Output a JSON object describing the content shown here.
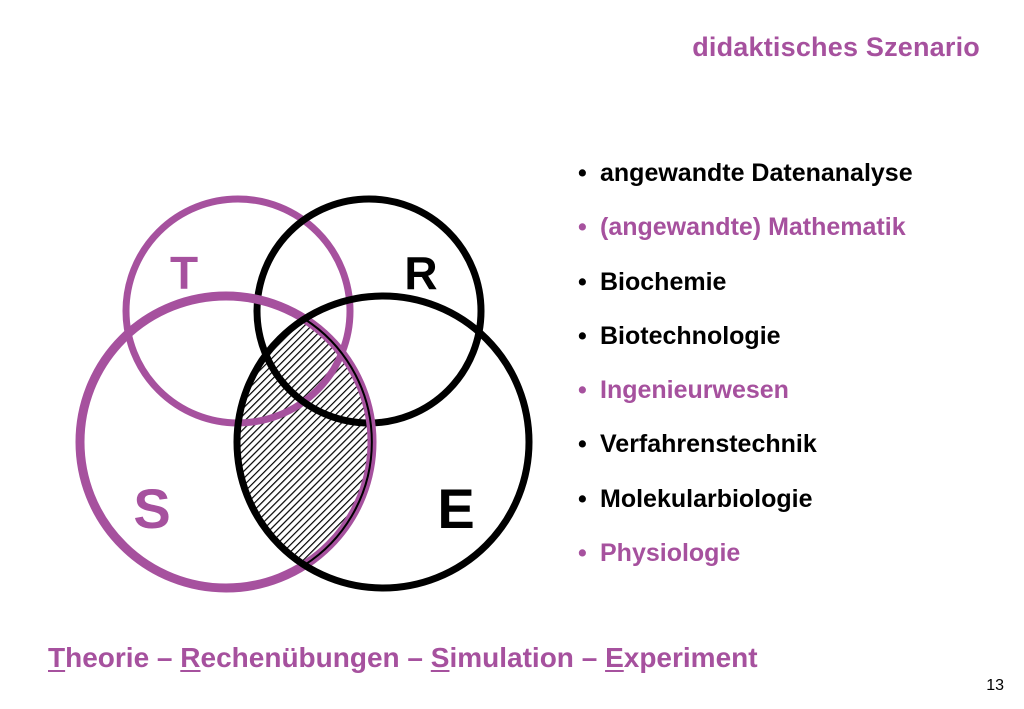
{
  "colors": {
    "accent": "#a6519e",
    "text": "#000000",
    "background": "#ffffff"
  },
  "title": "didaktisches Szenario",
  "venn": {
    "circles": [
      {
        "id": "T",
        "label": "T",
        "color": "#a6519e"
      },
      {
        "id": "R",
        "label": "R",
        "color": "#000000"
      },
      {
        "id": "S",
        "label": "S",
        "color": "#a6519e"
      },
      {
        "id": "E",
        "label": "E",
        "color": "#000000"
      }
    ],
    "highlighted_intersection": [
      "S",
      "E"
    ]
  },
  "bullet_marker": "•",
  "bullets": [
    {
      "text": "angewandte Datenanalyse",
      "color": "#000000"
    },
    {
      "text": "(angewandte) Mathematik",
      "color": "#a6519e"
    },
    {
      "text": "Biochemie",
      "color": "#000000"
    },
    {
      "text": "Biotechnologie",
      "color": "#000000"
    },
    {
      "text": "Ingenieurwesen",
      "color": "#a6519e"
    },
    {
      "text": "Verfahrenstechnik",
      "color": "#000000"
    },
    {
      "text": "Molekularbiologie",
      "color": "#000000"
    },
    {
      "text": "Physiologie",
      "color": "#a6519e"
    }
  ],
  "footer": {
    "parts": [
      {
        "initial": "T",
        "rest": "heorie"
      },
      {
        "initial": "R",
        "rest": "echenübungen"
      },
      {
        "initial": "S",
        "rest": "imulation"
      },
      {
        "initial": "E",
        "rest": "xperiment"
      }
    ],
    "separator": " – ",
    "color": "#a6519e"
  },
  "page_number": "13"
}
